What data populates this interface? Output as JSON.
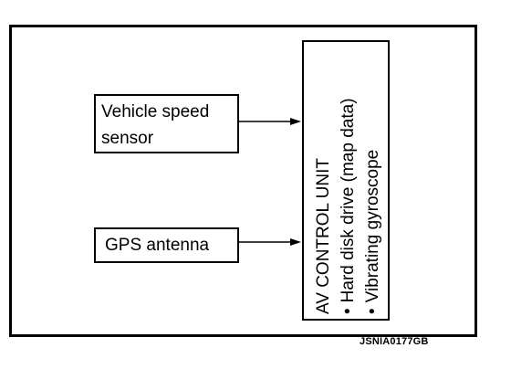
{
  "diagram": {
    "sensor_box": {
      "line1": "Vehicle speed",
      "line2": "sensor"
    },
    "gps_box": {
      "label": "GPS antenna"
    },
    "control_unit": {
      "title": "AV CONTROL UNIT",
      "bullet_symbol": "•",
      "items": [
        "Hard disk drive (map data)",
        "Vibrating gyroscope"
      ]
    },
    "connections": [
      {
        "from": "Vehicle speed sensor",
        "to": "AV CONTROL UNIT"
      },
      {
        "from": "GPS antenna",
        "to": "AV CONTROL UNIT"
      }
    ],
    "figure_code": "JSNIA0177GB"
  }
}
